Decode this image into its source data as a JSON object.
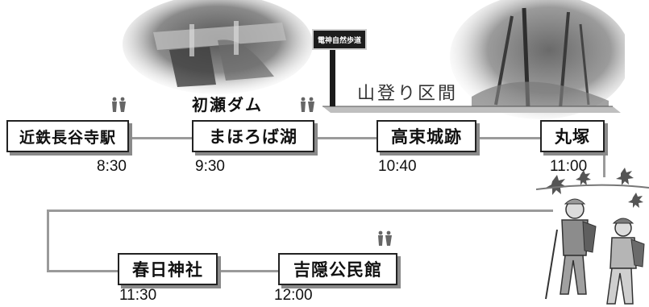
{
  "route": {
    "stations_row1": [
      {
        "name": "近鉄長谷寺駅",
        "time": "8:30"
      },
      {
        "name": "まほろば湖",
        "time": "9:30"
      },
      {
        "name": "高束城跡",
        "time": "10:40"
      },
      {
        "name": "丸塚",
        "time": "11:00"
      }
    ],
    "stations_row2": [
      {
        "name": "春日神社",
        "time": "11:30"
      },
      {
        "name": "吉隠公民館",
        "time": "12:00"
      }
    ]
  },
  "labels": {
    "dam": "初瀬ダム",
    "mountain_section": "山登り区間",
    "sign_text": "電神自然歩道"
  },
  "icons": {
    "restroom": "restroom-icon"
  },
  "colors": {
    "line": "#9a9a9a",
    "box_border": "#222222",
    "box_shadow": "#8a8a8a"
  }
}
